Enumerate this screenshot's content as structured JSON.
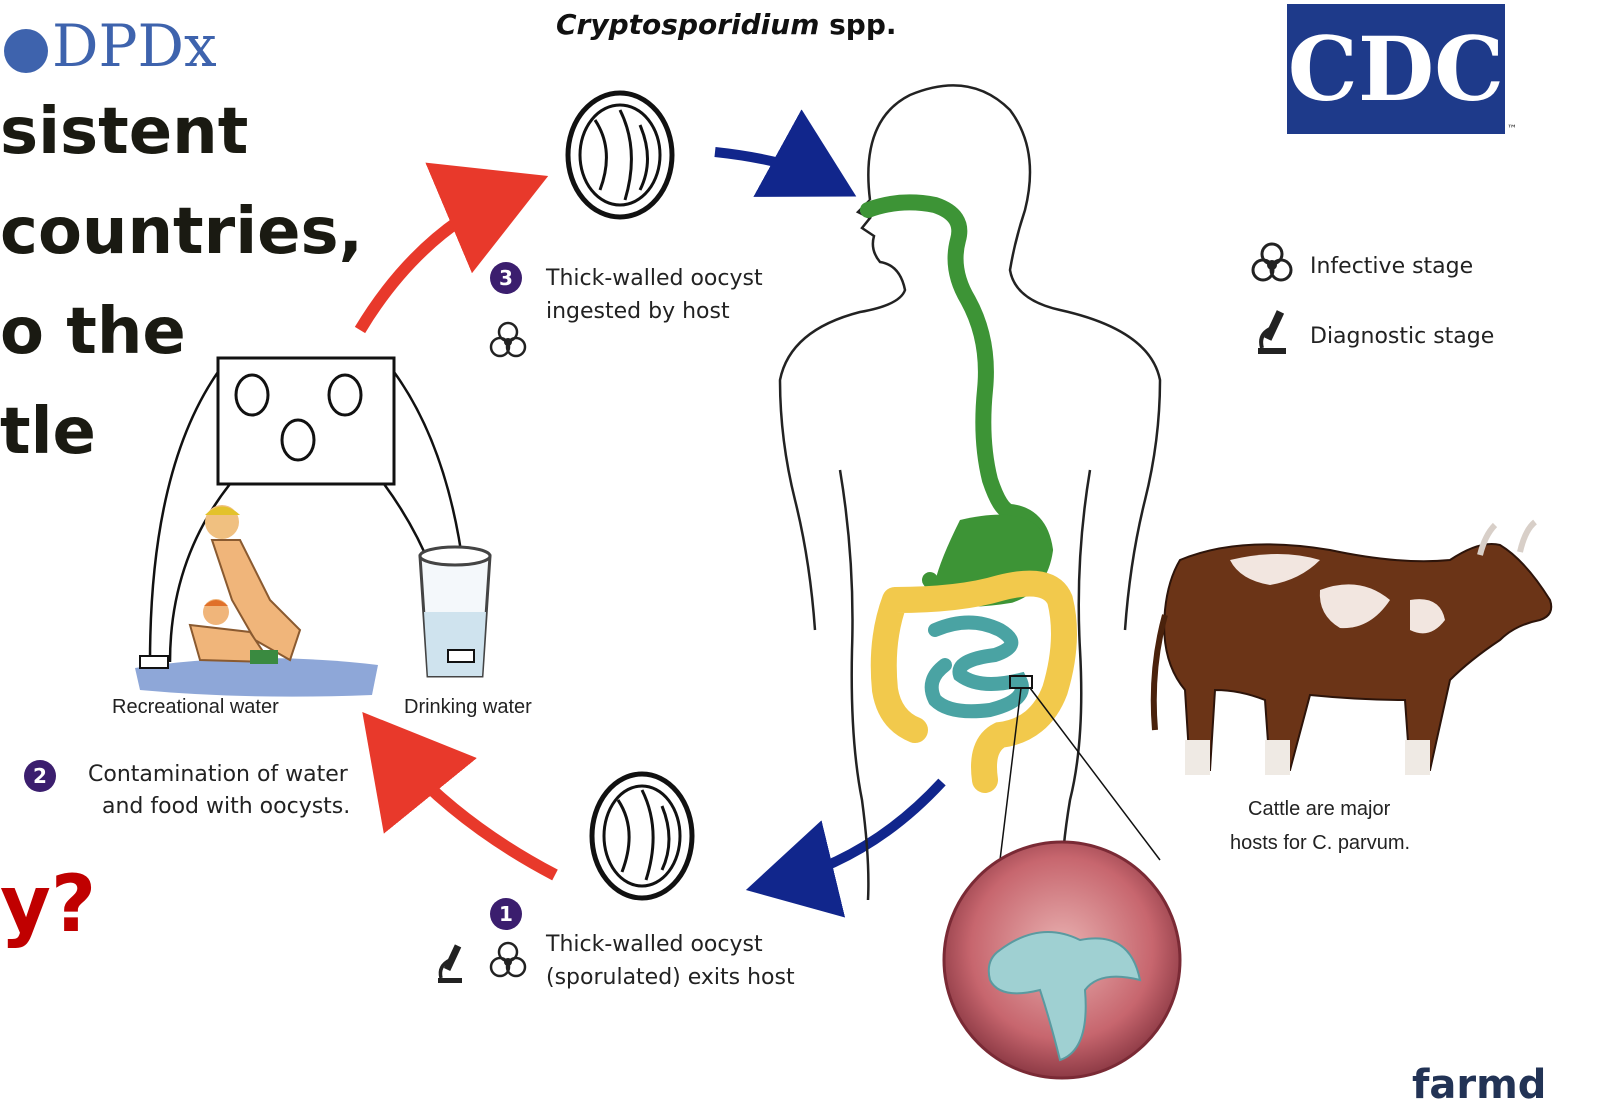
{
  "slide_text": {
    "line1": "sistent",
    "line2": " countries,",
    "line3": "o the",
    "line4": "tle",
    "question": "y?"
  },
  "logos": {
    "dpdx": "DPDx",
    "cdc": "CDC",
    "cdc_tm": "™",
    "farm": "farmd"
  },
  "diagram": {
    "title_italic": "Cryptosporidium",
    "title_rest": " spp.",
    "step3": {
      "number": "3",
      "line1": "Thick-walled oocyst",
      "line2": "ingested by host"
    },
    "step2": {
      "number": "2",
      "line1": "Contamination of water",
      "line2": "and food with oocysts."
    },
    "step1": {
      "number": "1",
      "line1": "Thick-walled oocyst",
      "line2": "(sporulated) exits host"
    },
    "recreational_water": "Recreational water",
    "drinking_water": "Drinking water",
    "legend": {
      "infective": "Infective stage",
      "diagnostic": "Diagnostic stage"
    },
    "cattle_caption_1": "Cattle are major",
    "cattle_caption_2": "hosts for C. parvum."
  },
  "colors": {
    "red_arrow": "#e8392b",
    "blue_arrow": "#11268c",
    "gi_green": "#3d9436",
    "colon_yellow": "#f2c94c",
    "intestine_teal": "#4aa3a3",
    "cdc_blue": "#1e3a8a",
    "question_red": "#c00000",
    "step_badge": "#3b1e6e"
  }
}
